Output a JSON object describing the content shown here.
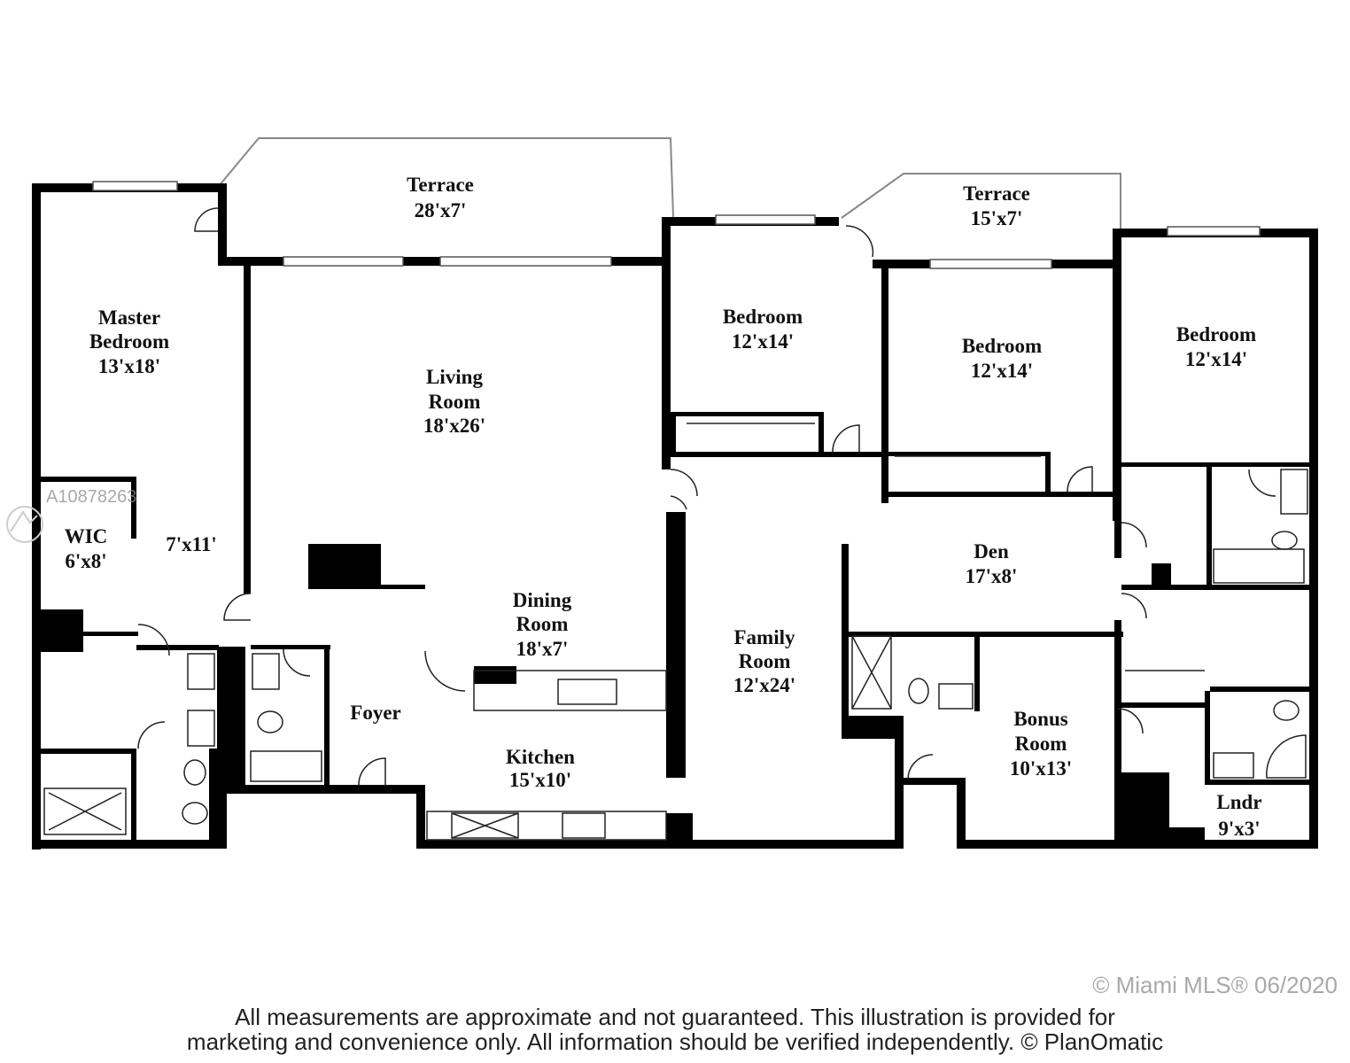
{
  "rooms": {
    "terrace1": {
      "name": "Terrace",
      "size": "28'x7'"
    },
    "terrace2": {
      "name": "Terrace",
      "size": "15'x7'"
    },
    "master": {
      "name1": "Master",
      "name2": "Bedroom",
      "size": "13'x18'"
    },
    "living": {
      "name1": "Living",
      "name2": "Room",
      "size": "18'x26'"
    },
    "bedroom1": {
      "name": "Bedroom",
      "size": "12'x14'"
    },
    "bedroom2": {
      "name": "Bedroom",
      "size": "12'x14'"
    },
    "bedroom3": {
      "name": "Bedroom",
      "size": "12'x14'"
    },
    "wic": {
      "name": "WIC",
      "size": "6'x8'"
    },
    "closet": {
      "size": "7'x11'"
    },
    "den": {
      "name": "Den",
      "size": "17'x8'"
    },
    "dining": {
      "name1": "Dining",
      "name2": "Room",
      "size": "18'x7'"
    },
    "family": {
      "name1": "Family",
      "name2": "Room",
      "size": "12'x24'"
    },
    "foyer": {
      "name": "Foyer"
    },
    "kitchen": {
      "name": "Kitchen",
      "size": "15'x10'"
    },
    "bonus": {
      "name1": "Bonus",
      "name2": "Room",
      "size": "10'x13'"
    },
    "laundry": {
      "name": "Lndr",
      "size": "9'x3'"
    }
  },
  "disclaimer": {
    "line1": "All measurements are approximate and not guaranteed. This illustration is provided for",
    "line2": "marketing and convenience only. All information should be verified independently. © PlanOmatic"
  },
  "watermark": {
    "listing_id": "A10878263",
    "mls": "© Miami MLS® 06/2020"
  }
}
